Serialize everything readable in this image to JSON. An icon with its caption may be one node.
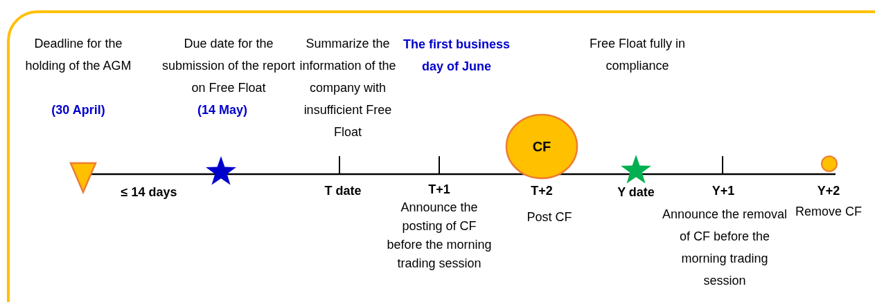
{
  "diagram": {
    "nodes": [
      {
        "text": [
          "CF"
        ]
      }
    ],
    "labels": [
      "Deadline for the holding of the AGM",
      "(30 April)",
      "Due date for the submission of the report on Free Float",
      "(14 May)",
      "Summarize the information of the company with insufficient Free Float",
      "The first business day of June",
      "Free Float fully in compliance",
      "≤ 14 days",
      "T date",
      "T+1",
      "Announce the posting of CF before the morning trading session",
      "T+2",
      "Post CF",
      "Y date",
      "Y+1",
      "Announce the removal of CF before the morning trading session",
      "Y+2",
      "Remove CF"
    ]
  }
}
